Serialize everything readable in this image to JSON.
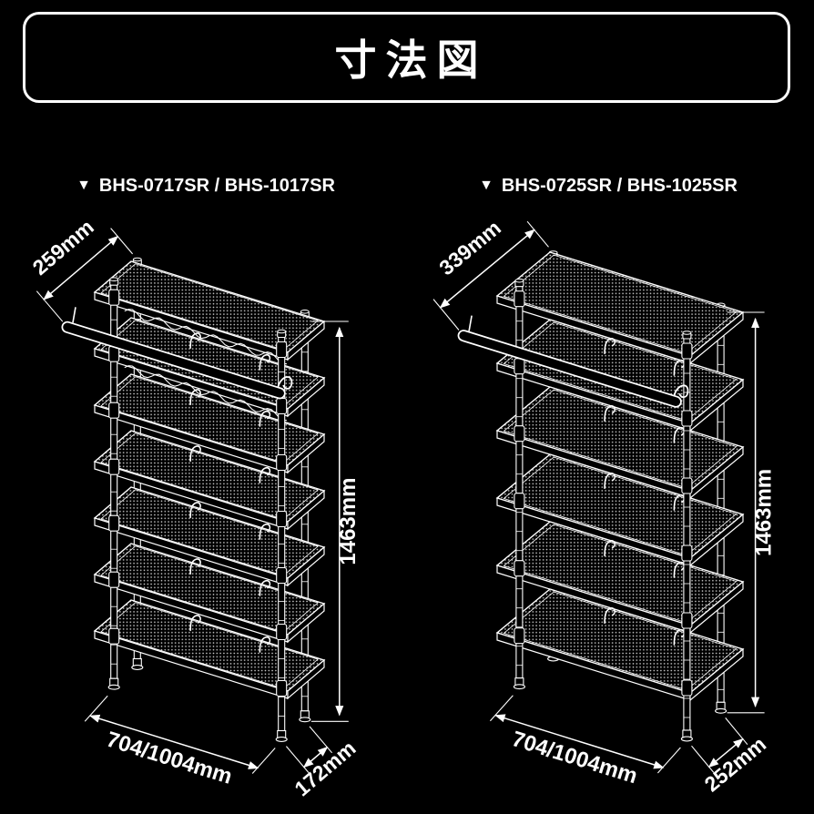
{
  "title": "寸法図",
  "bullet": "▼",
  "colors": {
    "background": "#000000",
    "line": "#ffffff",
    "mesh_dot": "#c9c9c9"
  },
  "diagrams": [
    {
      "model_label": "BHS-0717SR / BHS-1017SR",
      "tiers": 7,
      "dims": {
        "top_depth": "259mm",
        "height": "1463mm",
        "width": "704/1004mm",
        "depth": "172mm"
      }
    },
    {
      "model_label": "BHS-0725SR / BHS-1025SR",
      "tiers": 6,
      "dims": {
        "top_depth": "339mm",
        "height": "1463mm",
        "width": "704/1004mm",
        "depth": "252mm"
      }
    }
  ]
}
